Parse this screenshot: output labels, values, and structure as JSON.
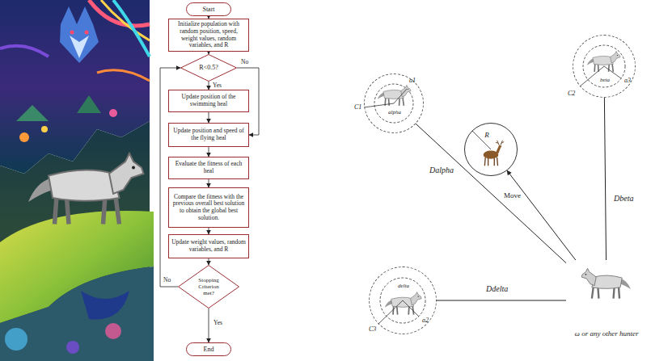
{
  "diagram": {
    "nodes": [
      {
        "text": [
          "Start"
        ]
      },
      {
        "text": [
          "Initialize population with random position, speed, weight values, random variables, and R"
        ]
      },
      {
        "text": [
          "R<0.5?"
        ]
      },
      {
        "text": [
          "Update position of the swimming heal"
        ]
      },
      {
        "text": [
          "Update position and speed of the flying heal"
        ]
      },
      {
        "text": [
          "Evaluate the fitness of each heal"
        ]
      },
      {
        "text": [
          "Compare the fitness with the previous overall best solution to obtain the global best solution."
        ]
      },
      {
        "text": [
          "Update weight values, random variables, and R"
        ]
      },
      {
        "text": [
          "Stopping Criterion met?"
        ]
      },
      {
        "text": [
          "End"
        ]
      },
      {
        "text": [
          "alpha"
        ]
      },
      {
        "text": [
          "beta"
        ]
      },
      {
        "text": [
          "R"
        ]
      },
      {
        "text": [
          "delta"
        ]
      },
      {
        "text": [
          "ω or any other hunter"
        ]
      }
    ],
    "edges": [
      {
        "from": 0,
        "to": 1,
        "arrow": "to"
      },
      {
        "from": 1,
        "to": 2,
        "arrow": "to"
      },
      {
        "from": 2,
        "to": 3,
        "label": "Yes",
        "arrow": "to"
      },
      {
        "from": 2,
        "to": 4,
        "label": "No",
        "arrow": "to"
      },
      {
        "from": 3,
        "to": 4,
        "arrow": "to"
      },
      {
        "from": 4,
        "to": 5,
        "arrow": "to"
      },
      {
        "from": 5,
        "to": 6,
        "arrow": "to"
      },
      {
        "from": 6,
        "to": 7,
        "arrow": "to"
      },
      {
        "from": 7,
        "to": 8,
        "arrow": "to"
      },
      {
        "from": 8,
        "to": 9,
        "label": "Yes",
        "arrow": "to"
      },
      {
        "from": 8,
        "to": 2,
        "label": "No",
        "arrow": "to"
      },
      {
        "from": 14,
        "to": 10,
        "label": "Dalpha",
        "arrow": "none"
      },
      {
        "from": 14,
        "to": 11,
        "label": "Dbeta",
        "arrow": "none"
      },
      {
        "from": 14,
        "to": 13,
        "label": "Ddelta",
        "arrow": "none"
      },
      {
        "from": 14,
        "to": 12,
        "label": "Move",
        "arrow": "to"
      }
    ],
    "labels": [
      "a1",
      "C1",
      "a3",
      "C2",
      "a2",
      "C3"
    ]
  }
}
